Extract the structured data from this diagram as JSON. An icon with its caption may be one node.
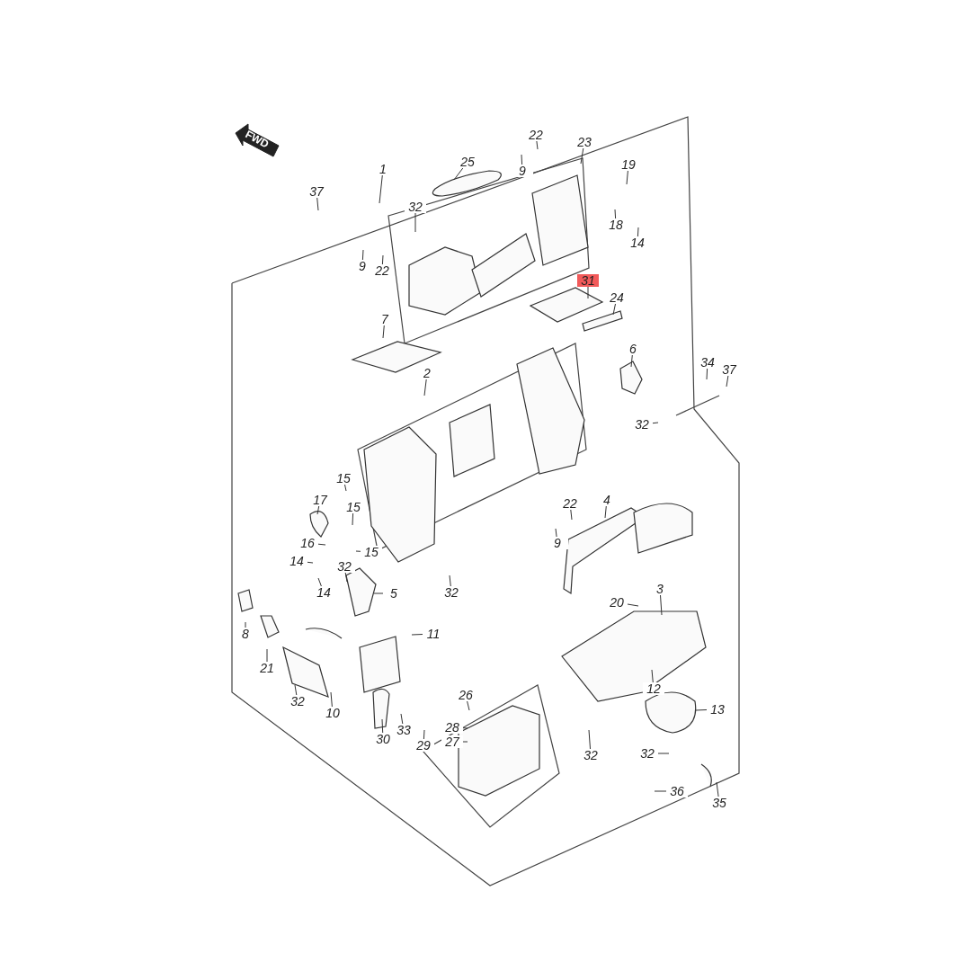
{
  "diagram": {
    "nodes": [
      {
        "text": [
          "1"
        ]
      },
      {
        "text": [
          "37"
        ]
      },
      {
        "text": [
          "25"
        ]
      },
      {
        "text": [
          "32"
        ]
      },
      {
        "text": [
          "9"
        ]
      },
      {
        "text": [
          "22"
        ]
      },
      {
        "text": [
          "9"
        ]
      },
      {
        "text": [
          "22"
        ]
      },
      {
        "text": [
          "23"
        ]
      },
      {
        "text": [
          "19"
        ]
      },
      {
        "text": [
          "18"
        ]
      },
      {
        "text": [
          "14"
        ]
      },
      {
        "text": [
          "31"
        ]
      },
      {
        "text": [
          "24"
        ]
      },
      {
        "text": [
          "7"
        ]
      },
      {
        "text": [
          "6"
        ]
      },
      {
        "text": [
          "34"
        ]
      },
      {
        "text": [
          "37"
        ]
      },
      {
        "text": [
          "2"
        ]
      },
      {
        "text": [
          "32"
        ]
      },
      {
        "text": [
          "17"
        ]
      },
      {
        "text": [
          "15"
        ]
      },
      {
        "text": [
          "15"
        ]
      },
      {
        "text": [
          "16"
        ]
      },
      {
        "text": [
          "15"
        ]
      },
      {
        "text": [
          "14"
        ]
      },
      {
        "text": [
          "32"
        ]
      },
      {
        "text": [
          "14"
        ]
      },
      {
        "text": [
          "5"
        ]
      },
      {
        "text": [
          "32"
        ]
      },
      {
        "text": [
          "22"
        ]
      },
      {
        "text": [
          "9"
        ]
      },
      {
        "text": [
          "4"
        ]
      },
      {
        "text": [
          "3"
        ]
      },
      {
        "text": [
          "20"
        ]
      },
      {
        "text": [
          "8"
        ]
      },
      {
        "text": [
          "21"
        ]
      },
      {
        "text": [
          "11"
        ]
      },
      {
        "text": [
          "12"
        ]
      },
      {
        "text": [
          "32"
        ]
      },
      {
        "text": [
          "10"
        ]
      },
      {
        "text": [
          "13"
        ]
      },
      {
        "text": [
          "26"
        ]
      },
      {
        "text": [
          "28"
        ]
      },
      {
        "text": [
          "27"
        ]
      },
      {
        "text": [
          "30"
        ]
      },
      {
        "text": [
          "33"
        ]
      },
      {
        "text": [
          "29"
        ]
      },
      {
        "text": [
          "32"
        ]
      },
      {
        "text": [
          "32"
        ]
      },
      {
        "text": [
          "36"
        ]
      },
      {
        "text": [
          "35"
        ]
      }
    ],
    "edges": [
      {
        "from": 0,
        "to": null,
        "arrow": "none"
      },
      {
        "from": 1,
        "to": null,
        "arrow": "none"
      },
      {
        "from": 2,
        "to": null,
        "arrow": "none"
      },
      {
        "from": 3,
        "to": null,
        "arrow": "none"
      },
      {
        "from": 4,
        "to": null,
        "arrow": "none"
      },
      {
        "from": 5,
        "to": null,
        "arrow": "none"
      },
      {
        "from": 6,
        "to": null,
        "arrow": "none"
      },
      {
        "from": 7,
        "to": null,
        "arrow": "none"
      },
      {
        "from": 8,
        "to": null,
        "arrow": "none"
      },
      {
        "from": 9,
        "to": null,
        "arrow": "none"
      },
      {
        "from": 10,
        "to": null,
        "arrow": "none"
      },
      {
        "from": 11,
        "to": null,
        "arrow": "none"
      },
      {
        "from": 12,
        "to": null,
        "arrow": "none"
      },
      {
        "from": 13,
        "to": null,
        "arrow": "none"
      },
      {
        "from": 14,
        "to": null,
        "arrow": "none"
      },
      {
        "from": 15,
        "to": null,
        "arrow": "none"
      },
      {
        "from": 16,
        "to": null,
        "arrow": "none"
      },
      {
        "from": 17,
        "to": null,
        "arrow": "none"
      },
      {
        "from": 18,
        "to": null,
        "arrow": "none"
      },
      {
        "from": 19,
        "to": null,
        "arrow": "none"
      },
      {
        "from": 20,
        "to": null,
        "arrow": "none"
      },
      {
        "from": 21,
        "to": null,
        "arrow": "none"
      },
      {
        "from": 22,
        "to": null,
        "arrow": "none"
      },
      {
        "from": 23,
        "to": null,
        "arrow": "none"
      },
      {
        "from": 24,
        "to": null,
        "arrow": "none"
      },
      {
        "from": 25,
        "to": null,
        "arrow": "none"
      },
      {
        "from": 26,
        "to": null,
        "arrow": "none"
      },
      {
        "from": 27,
        "to": null,
        "arrow": "none"
      },
      {
        "from": 28,
        "to": null,
        "arrow": "none"
      },
      {
        "from": 29,
        "to": null,
        "arrow": "none"
      },
      {
        "from": 30,
        "to": null,
        "arrow": "none"
      },
      {
        "from": 31,
        "to": null,
        "arrow": "none"
      },
      {
        "from": 32,
        "to": null,
        "arrow": "none"
      },
      {
        "from": 33,
        "to": null,
        "arrow": "none"
      },
      {
        "from": 34,
        "to": null,
        "arrow": "none"
      },
      {
        "from": 35,
        "to": null,
        "arrow": "none"
      },
      {
        "from": 36,
        "to": null,
        "arrow": "none"
      },
      {
        "from": 37,
        "to": null,
        "arrow": "none"
      },
      {
        "from": 38,
        "to": null,
        "arrow": "none"
      },
      {
        "from": 39,
        "to": null,
        "arrow": "none"
      },
      {
        "from": 40,
        "to": null,
        "arrow": "none"
      },
      {
        "from": 41,
        "to": null,
        "arrow": "none"
      },
      {
        "from": 42,
        "to": null,
        "arrow": "none"
      },
      {
        "from": 43,
        "to": null,
        "arrow": "none"
      },
      {
        "from": 44,
        "to": null,
        "arrow": "none"
      },
      {
        "from": 45,
        "to": null,
        "arrow": "none"
      },
      {
        "from": 46,
        "to": null,
        "arrow": "none"
      },
      {
        "from": 47,
        "to": null,
        "arrow": "none"
      },
      {
        "from": 48,
        "to": null,
        "arrow": "none"
      },
      {
        "from": 49,
        "to": null,
        "arrow": "none"
      },
      {
        "from": 50,
        "to": null,
        "arrow": "none"
      },
      {
        "from": 51,
        "to": null,
        "arrow": "none"
      }
    ],
    "labels": [
      "FWD"
    ]
  }
}
